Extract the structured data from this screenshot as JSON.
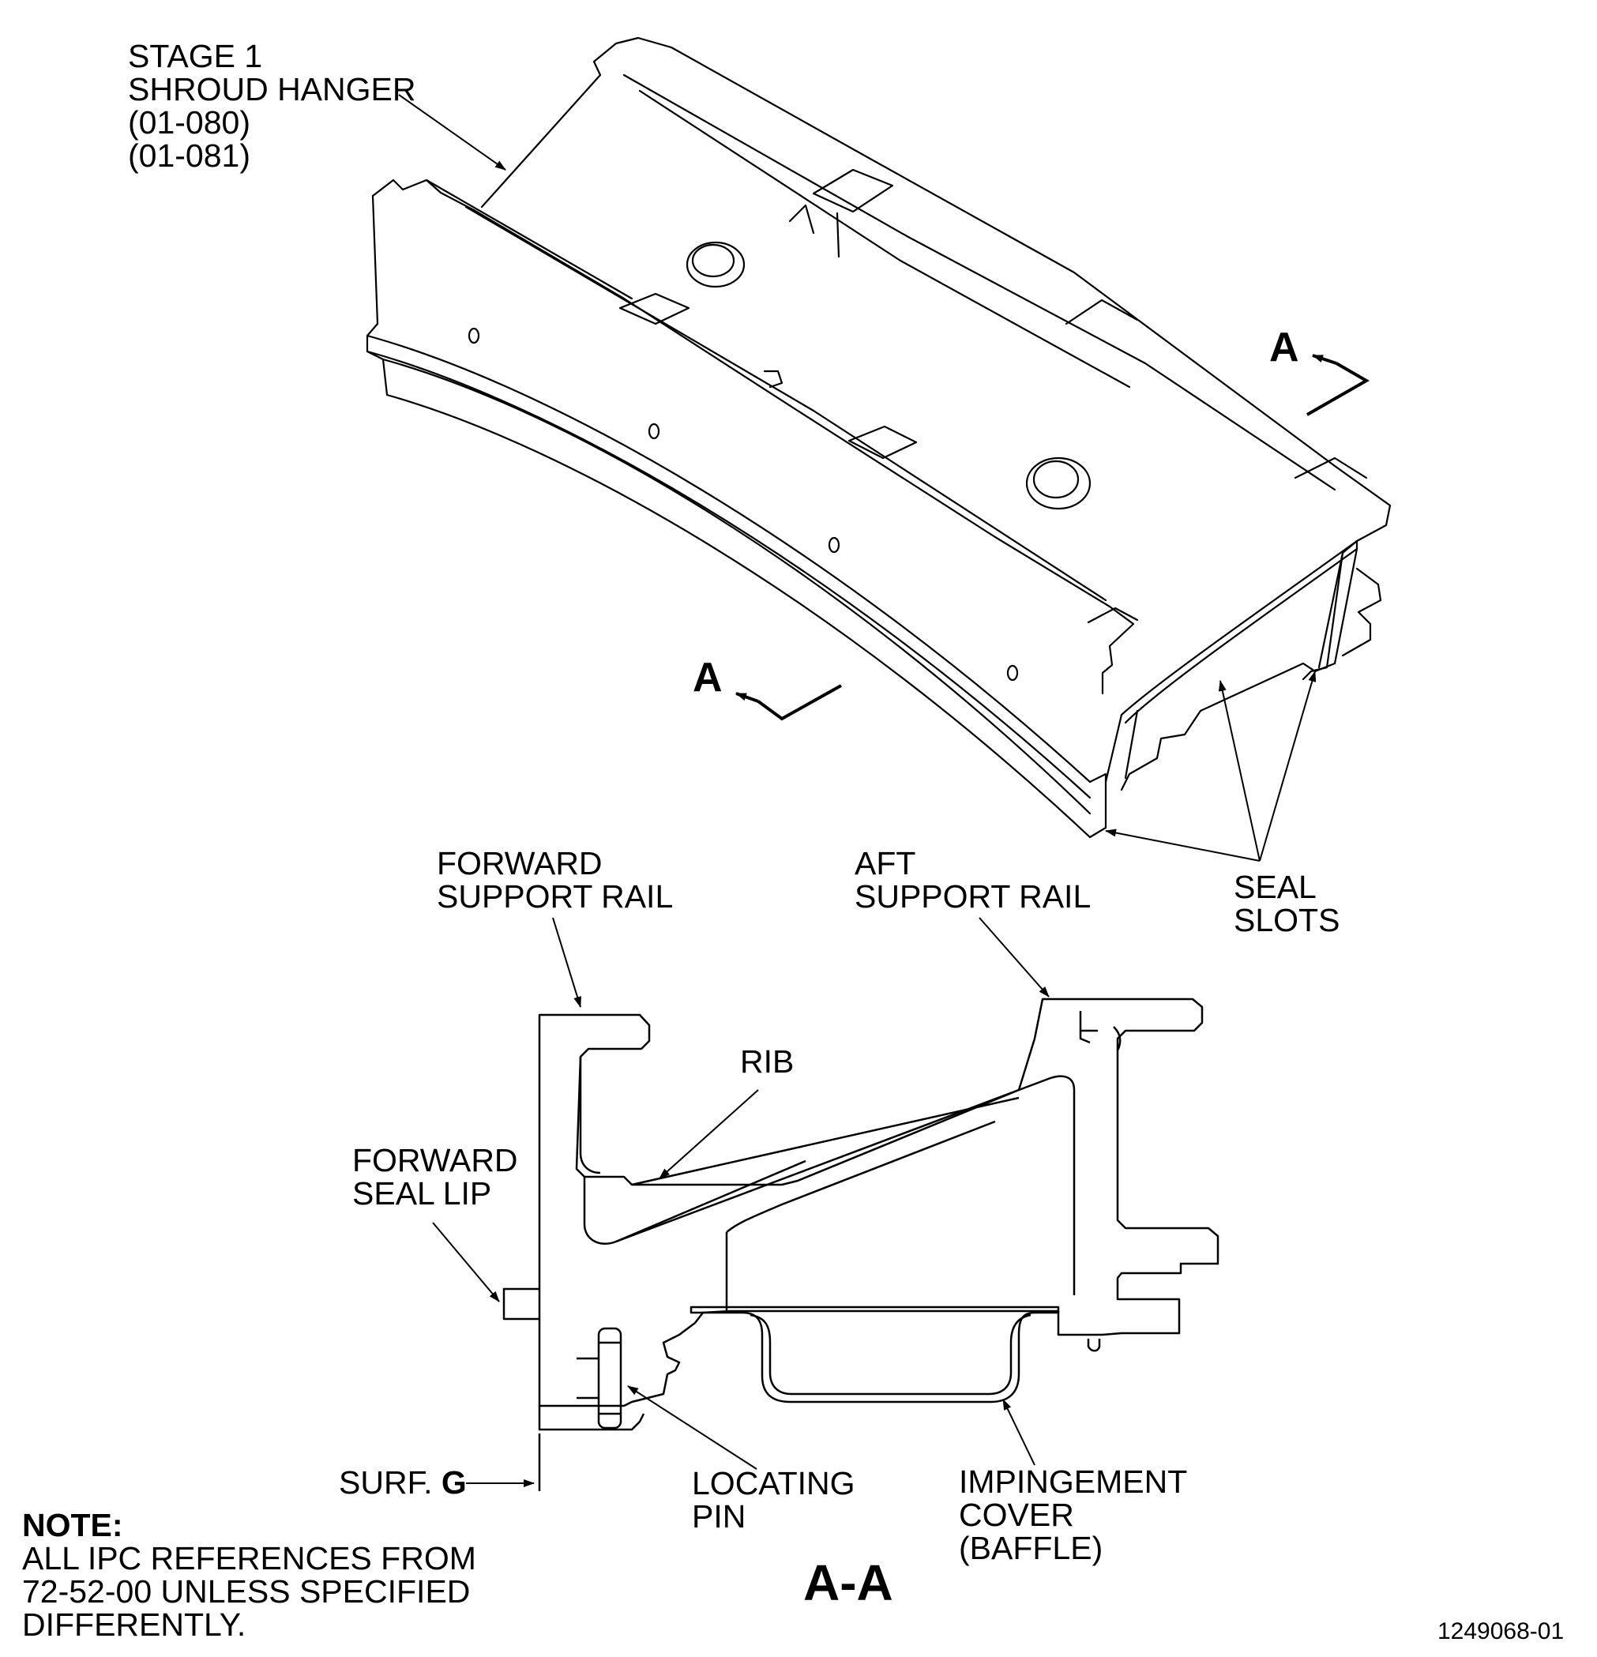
{
  "labels": {
    "shroud_hanger": [
      "STAGE 1",
      "SHROUD HANGER",
      "(01-080)",
      "(01-081)"
    ],
    "section_marker": "A",
    "seal_slots": [
      "SEAL",
      "SLOTS"
    ],
    "forward_support_rail": [
      "FORWARD",
      "SUPPORT RAIL"
    ],
    "aft_support_rail": [
      "AFT",
      "SUPPORT RAIL"
    ],
    "rib": "RIB",
    "forward_seal_lip": [
      "FORWARD",
      "SEAL LIP"
    ],
    "surf_prefix": "SURF.",
    "surf_letter": "G",
    "locating_pin": [
      "LOCATING",
      "PIN"
    ],
    "impingement_cover": [
      "IMPINGEMENT",
      "COVER",
      "(BAFFLE)"
    ],
    "section_title": "A-A"
  },
  "note": {
    "heading": "NOTE:",
    "lines": [
      "ALL IPC REFERENCES FROM",
      "72-52-00 UNLESS SPECIFIED",
      "DIFFERENTLY."
    ]
  },
  "figure_id": "1249068-01"
}
